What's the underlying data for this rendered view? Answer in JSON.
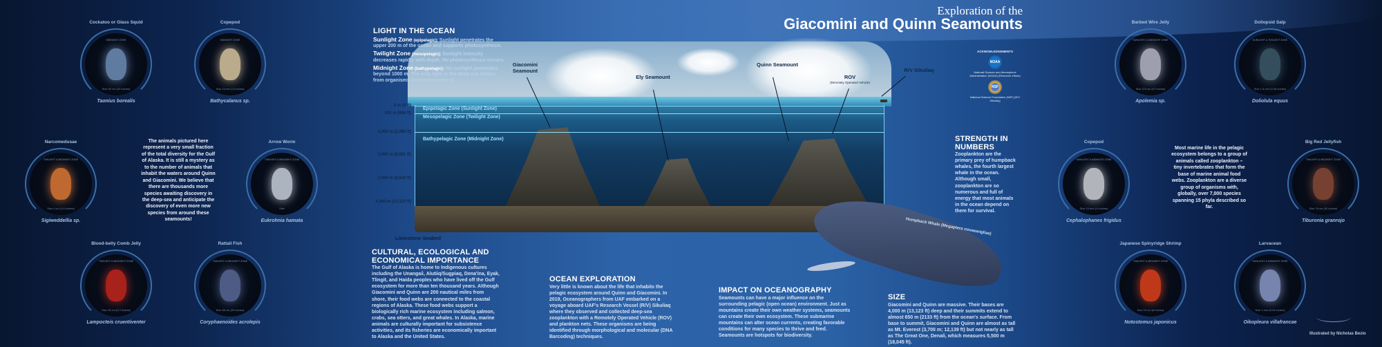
{
  "title": {
    "line1": "Exploration of the",
    "line2": "Giacomini and Quinn Seamounts"
  },
  "light": {
    "heading": "LIGHT IN THE OCEAN",
    "zones": [
      {
        "name": "Sunlight Zone",
        "sci": "(epipelagic):",
        "text": "Sunlight penetrates the upper 200 m of the ocean and supports photosynthesis."
      },
      {
        "name": "Twilight Zone",
        "sci": "(mesopelagic):",
        "text": "Sunlight intensity decreases rapidly with depth. No photosynthesis occurs."
      },
      {
        "name": "Midnight Zone",
        "sci": "(bathypelagic):",
        "text": "No sunlight penetrates beyond 1000 m. The only light in the deep-sea comes from organisms (bioluminescence)."
      }
    ]
  },
  "diagram": {
    "depths": [
      "0 m (0 ft)",
      "200 m (656 ft)",
      "1,000 m (3,280 ft)",
      "2,000 m (6,561 ft)",
      "3,000 m (9,842 ft)",
      "4,000 m (13,123 ft)"
    ],
    "zones": [
      "Epipelagic Zone (Sunlight Zone)",
      "Mesopelagic Zone (Twilight Zone)",
      "Bathypelagic Zone (Midnight Zone)"
    ],
    "labels": {
      "giacomini": "Giacomini Seamount",
      "ely": "Ely Seamount",
      "quinn": "Quinn Seamount",
      "rov": "ROV",
      "rov_sub": "(Remotely Operated Vehicle)",
      "ship": "R/V Sikuliaq",
      "seabed": "Limestone Seabed",
      "whale": "Humpback Whale (Megaptera novaeangliae)"
    }
  },
  "acknowledgements": {
    "heading": "ACKNOWLEDGEMENTS",
    "noaa": "National Oceanic and Atmospheric Administration (NOAA) (Research efforts)",
    "nsf": "National Science Foundation (NSF) (R/V Sikuliaq)",
    "noaa_logo": "NOAA",
    "nsf_logo": "NSF"
  },
  "sections": {
    "cultural": {
      "heading": "CULTURAL, ECOLOGICAL AND ECONOMICAL IMPORTANCE",
      "text": "The Gulf of Alaska is home to Indigenous cultures including the Unangax̂, Alutiiq/Sugpiaq, Dena'ina, Eyak, Tlingit, and Haida peoples who have lived off the Gulf ecosystem for more than ten thousand years. Although Giacomini and Quinn are 200 nautical miles from shore, their food webs are connected to the coastal regions of Alaska. These food webs support a biologically rich marine ecosystem including salmon, crabs, sea otters, and great whales. In Alaska, marine animals are culturally important for subsistence activities, and its fisheries are economically important to Alaska and the United States."
    },
    "exploration": {
      "heading": "OCEAN EXPLORATION",
      "text": "Very little is known about the life that inhabits the pelagic ecosystem around Quinn and Giacomini. In 2019, Oceanographers from UAF embarked on a voyage aboard UAF's Research Vessel (R/V) Sikuliaq where they observed and collected deep-sea zooplankton with a Remotely Operated Vehicle (ROV) and plankton nets. These organisms are being identified through morphological and molecular (DNA Barcoding) techniques."
    },
    "impact": {
      "heading": "IMPACT ON OCEANOGRAPHY",
      "text": "Seamounts can have a major influence on the surrounding pelagic (open ocean) environment. Just as mountains create their own weather systems, seamounts can create their own ecosystem. These submarine mountains can alter ocean currents, creating favorable conditions for many species to thrive and feed. Seamounts are hotspots for biodiversity."
    },
    "size": {
      "heading": "SIZE",
      "text": "Giacomini and Quinn are massive. Their bases are 4,000 m (13,123 ft) deep and their summits extend to almost 650 m (2133 ft) from the ocean's surface. From base to summit, Giacomini and Quinn are almost as tall as Mt. Everest (3,700 m; 12,139 ft) but not nearly as tall as The Great One, Denali, which measures 5,500 m (18,045 ft)."
    },
    "strength": {
      "heading": "STRENGTH IN NUMBERS",
      "text": "Zooplankton are the primary prey of humpback whales, the fourth largest whale in the ocean. Although small, zooplankton are so numerous and full of energy that most animals in the ocean depend on them for survival."
    }
  },
  "left_blurb": "The animals pictured here represent a very small fraction of the total diversity for the Gulf of Alaska. It is still a mystery as to the number of animals that inhabit the waters around Quinn and Giacomini. We believe that there are thousands more species awaiting discovery in the deep-sea and anticipate the discovery of even more new species from around these seamounts!",
  "right_blurb": "Most marine life in the pelagic ecosystem belongs to a group of animals called zooplankton – tiny invertebrates that form the base of marine animal food webs. Zooplankton are a diverse group of organisms with, globally, over 7,000 species spanning 15 phyla described so far.",
  "creatures": [
    {
      "name": "Cockatoo or Glass Squid",
      "zone": "MIDNIGHT ZONE",
      "size": "Size 50 cm (20 inches)",
      "sci": "Taonius borealis",
      "color": "#6f8fb8"
    },
    {
      "name": "Copepod",
      "zone": "MIDNIGHT ZONE",
      "size": "Size 15 mm (.6 inches)",
      "sci": "Bathycalanus sp.",
      "color": "#d9c7a0"
    },
    {
      "name": "Narcomedusae",
      "zone": "TWILIGHT & MIDNIGHT ZONE",
      "size": "Size 4 cm (1.6 inches)",
      "sci": "Sigiweddellia sp.",
      "color": "#e07a35"
    },
    {
      "name": "Arrow Worm",
      "zone": "TWILIGHT & MIDNIGHT ZONE",
      "size": "Size",
      "sci": "Eukrohnia hamata",
      "color": "#c9d2dc"
    },
    {
      "name": "Blood-belly Comb Jelly",
      "zone": "TWILIGHT & MIDNIGHT ZONE",
      "size": "Size 16 cm (6.3 inches)",
      "sci": "Lampocteis cruentiventer",
      "color": "#c4261a"
    },
    {
      "name": "Rattail Fish",
      "zone": "TWILIGHT & MIDNIGHT ZONE",
      "size": "Size 85 cm (33 inches)",
      "sci": "Coryphaenoides acrolepis",
      "color": "#5a6a98"
    },
    {
      "name": "Barbed Wire Jelly",
      "zone": "SUNLIGHT & MIDNIGHT ZONE",
      "size": "Size 119 cm (47 inches)",
      "sci": "Apolemia sp.",
      "color": "#b8b8c8"
    },
    {
      "name": "Doliopsid Salp",
      "zone": "SUNLIGHT & TWILIGHT ZONE",
      "size": "Size 1.5 mm (0.06 inches)",
      "sci": "Doliolula equus",
      "color": "#3d5a6a"
    },
    {
      "name": "Copepod",
      "zone": "SUNLIGHT & MIDNIGHT ZONE",
      "size": "Size 15 mm (.6 inches)",
      "sci": "Cephalophanes frigidus",
      "color": "#cfd2d8"
    },
    {
      "name": "Big Red Jellyfish",
      "zone": "TWILIGHT & MIDNIGHT ZONE",
      "size": "Size 76 cm (30 inches)",
      "sci": "Tiburonia granrojo",
      "color": "#8a4a35"
    },
    {
      "name": "Japanese Spinyridge Shrimp",
      "zone": "TWILIGHT & MIDNIGHT ZONE",
      "size": "Size 15 cm (6 inches)",
      "sci": "Notostomus japonicus",
      "color": "#e0401a"
    },
    {
      "name": "Larvacean",
      "zone": "SUNLIGHT & MIDNIGHT ZONE",
      "size": "Size 1 mm (0.04 inches)",
      "sci": "Oikopleura villafrancae",
      "color": "#8a9ac8"
    }
  ],
  "credit": "Illustrated by Nicholas Bezio"
}
